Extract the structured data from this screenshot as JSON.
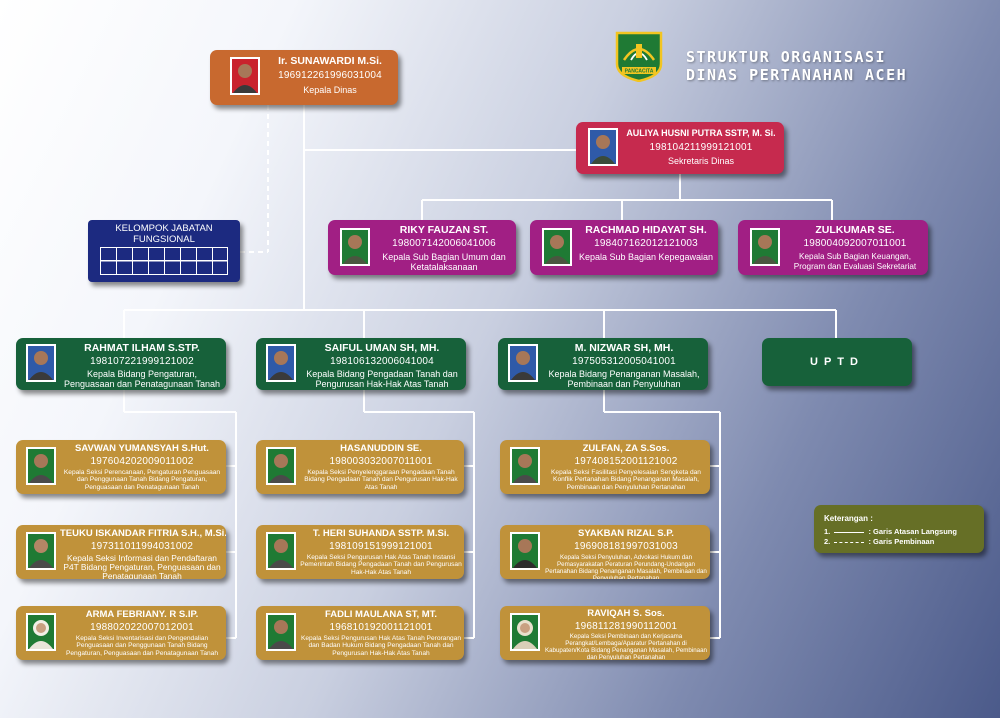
{
  "header": {
    "title_line1": "STRUKTUR ORGANISASI",
    "title_line2": "DINAS PERTANAHAN ACEH",
    "logo_text": "PANCACITA"
  },
  "colors": {
    "kepala": "#c8692f",
    "sekretaris": "#c62a4e",
    "subbag": "#a11f84",
    "bidang": "#17613a",
    "seksi": "#c0923a",
    "fungsional": "#1c2a80",
    "legend": "#666f26"
  },
  "kepala": {
    "name": "Ir. SUNAWARDI M.Si.",
    "nip": "196912261996031004",
    "role": "Kepala Dinas"
  },
  "sekretaris": {
    "name": "AULIYA HUSNI PUTRA SSTP, M. Si.",
    "nip": "198104211999121001",
    "role": "Sekretaris Dinas"
  },
  "fungsional": {
    "label": "KELOMPOK JABATAN FUNGSIONAL"
  },
  "subbag": [
    {
      "name": "RIKY FAUZAN ST.",
      "nip": "198007142006041006",
      "role": "Kepala Sub Bagian Umum dan Ketatalaksanaan"
    },
    {
      "name": "RACHMAD HIDAYAT SH.",
      "nip": "198407162012121003",
      "role": "Kepala Sub Bagian Kepegawaian"
    },
    {
      "name": "ZULKUMAR SE.",
      "nip": "198004092007011001",
      "role": "Kepala Sub Bagian Keuangan, Program dan Evaluasi Sekretariat"
    }
  ],
  "bidang": [
    {
      "name": "RAHMAT ILHAM S.STP.",
      "nip": "198107221999121002",
      "role": "Kepala Bidang Pengaturan, Penguasaan dan Penatagunaan Tanah"
    },
    {
      "name": "SAIFUL UMAN SH, MH.",
      "nip": "198106132006041004",
      "role": "Kepala Bidang Pengadaan Tanah dan Pengurusan Hak-Hak Atas Tanah"
    },
    {
      "name": "M. NIZWAR SH, MH.",
      "nip": "197505312005041001",
      "role": "Kepala Bidang Penanganan Masalah, Pembinaan dan Penyuluhan Pertanahan"
    }
  ],
  "uptd": {
    "label": "UPTD"
  },
  "seksi": [
    [
      {
        "name": "SAVWAN YUMANSYAH S.Hut.",
        "nip": "197604202009011002",
        "role": "Kepala Seksi Perencanaan, Pengaturan Penguasaan dan Penggunaan Tanah Bidang Pengaturan, Penguasaan dan Penatagunaan Tanah"
      },
      {
        "name": "TEUKU ISKANDAR FITRIA S.H., M.Si.",
        "nip": "197311011994031002",
        "role": "Kepala Seksi Informasi dan Pendaftaran P4T Bidang Pengaturan, Penguasaan dan Penatagunaan Tanah"
      },
      {
        "name": "ARMA FEBRIANY. R S.IP.",
        "nip": "198802022007012001",
        "role": "Kepala Seksi Inventarisasi dan Pengendalian Penguasaan dan Penggunaan Tanah Bidang Pengaturan, Penguasaan dan Penatagunaan Tanah"
      }
    ],
    [
      {
        "name": "HASANUDDIN SE.",
        "nip": "198003032007011001",
        "role": "Kepala Seksi Penyelenggaraan Pengadaan Tanah Bidang Pengadaan Tanah dan Pengurusan Hak-Hak Atas Tanah"
      },
      {
        "name": "T. HERI SUHANDA SSTP. M.Si.",
        "nip": "198109151999121001",
        "role": "Kepala Seksi Pengurusan Hak Atas Tanah Instansi Pemerintah Bidang Pengadaan Tanah dan Pengurusan Hak-Hak Atas Tanah"
      },
      {
        "name": "FADLI MAULANA ST, MT.",
        "nip": "196810192001121001",
        "role": "Kepala Seksi Pengurusan Hak Atas Tanah Perorangan dan Badan Hukum Bidang Pengadaan Tanah dan Pengurusan Hak-Hak Atas Tanah"
      }
    ],
    [
      {
        "name": "ZULFAN, ZA S.Sos.",
        "nip": "197408152001121002",
        "role": "Kepala Seksi Fasilitasi Penyelesaian Sengketa dan Konflik Pertanahan Bidang Penanganan Masalah, Pembinaan dan Penyuluhan Pertanahan"
      },
      {
        "name": "SYAKBAN RIZAL S.P.",
        "nip": "196908181997031003",
        "role": "Kepala Seksi Penyuluhan, Advokasi Hukum dan Pemasyarakatan Peraturan Perundang-Undangan Pertanahan Bidang Penanganan Masalah, Pembinaan dan Penyuluhan Pertanahan"
      },
      {
        "name": "RAVIQAH S. Sos.",
        "nip": "196811281990112001",
        "role": "Kepala Seksi Pembinaan dan Kerjasama Perangkat/Lembaga/Aparatur Pertanahan di Kabupaten/Kota Bidang Penanganan Masalah, Pembinaan dan Penyuluhan Pertanahan"
      }
    ]
  ],
  "legend": {
    "title": "Keterangan :",
    "item1_num": "1.",
    "item1_text": ": Garis Atasan Langsung",
    "item2_num": "2.",
    "item2_text": ": Garis Pembinaan"
  }
}
